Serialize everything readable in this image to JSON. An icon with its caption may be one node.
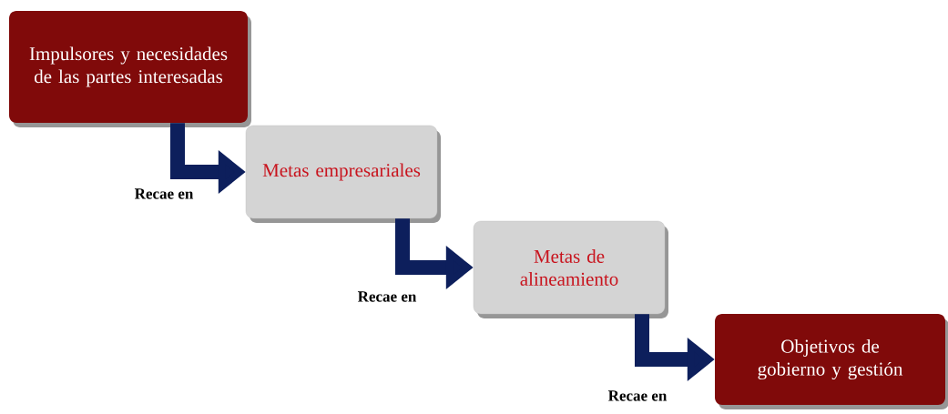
{
  "diagram": {
    "nodes": [
      {
        "text": [
          "Impulsores y necesidades de las partes interesadas"
        ]
      },
      {
        "text": [
          "Metas empresariales"
        ]
      },
      {
        "text": [
          "Metas de alineamiento"
        ]
      },
      {
        "text": [
          "Objetivos de gobierno y gestión"
        ]
      }
    ],
    "edges": [
      {
        "from": 0,
        "to": 1,
        "arrow": "to",
        "label": "Recae en"
      },
      {
        "from": 1,
        "to": 2,
        "arrow": "to",
        "label": "Recae en"
      },
      {
        "from": 2,
        "to": 3,
        "arrow": "to",
        "label": "Recae en"
      }
    ]
  }
}
